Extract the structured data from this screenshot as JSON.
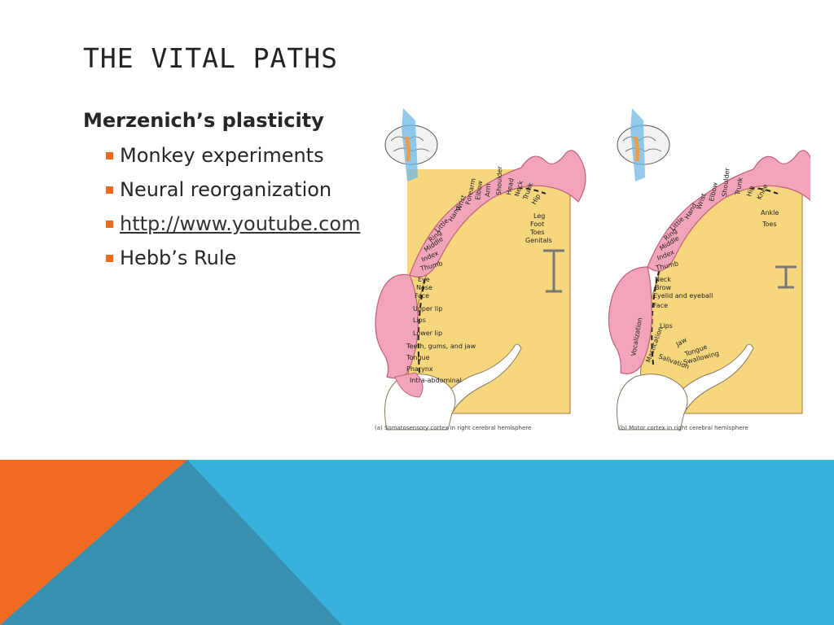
{
  "title": "THE VITAL PATHS",
  "heading": "Merzenich’s plasticity",
  "bullets": [
    "Monkey experiments",
    "Neural reorganization",
    "http://www.youtube.com",
    "Hebb’s Rule"
  ],
  "figure": {
    "left": {
      "caption": "(a) Somatosensory cortex in right cerebral hemisphere",
      "labels": [
        "Hand",
        "Wrist",
        "Forearm",
        "Elbow",
        "Arm",
        "Shoulder",
        "Head",
        "Neck",
        "Trunk",
        "Hip",
        "Leg",
        "Foot",
        "Toes",
        "Genitals",
        "Little",
        "Ring",
        "Middle",
        "Index",
        "Thumb",
        "Eye",
        "Nose",
        "Face",
        "Upper lip",
        "Lips",
        "Lower lip",
        "Teeth, gums, and jaw",
        "Tongue",
        "Pharynx",
        "Intra-abdominal"
      ]
    },
    "right": {
      "caption": "(b) Motor cortex in right cerebral hemisphere",
      "labels": [
        "Hand",
        "Wrist",
        "Elbow",
        "Shoulder",
        "Trunk",
        "Hip",
        "Knee",
        "Ankle",
        "Toes",
        "Little",
        "Ring",
        "Middle",
        "Index",
        "Thumb",
        "Neck",
        "Brow",
        "Eyelid and eyeball",
        "Face",
        "Lips",
        "Jaw",
        "Tongue",
        "Swallowing",
        "Vocalization",
        "Mastication",
        "Salivation"
      ]
    }
  },
  "colors": {
    "accent": "#ea6a20",
    "orange": "#f26b21",
    "teal": "#3890b0",
    "blue": "#3ab2de",
    "cortex": "#f7d77e",
    "homunculus": "#f2a5b8"
  }
}
